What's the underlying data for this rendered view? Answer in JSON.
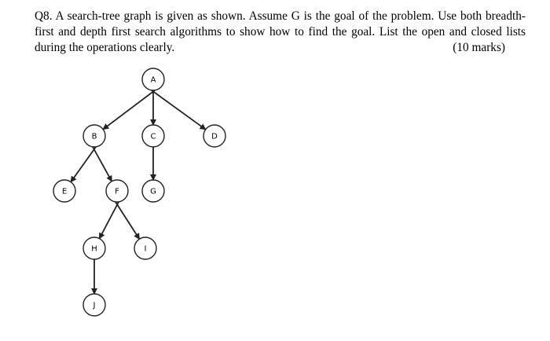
{
  "question": {
    "text": "Q8. A search-tree graph is given as shown. Assume G is the goal of the problem. Use both breadth-first and depth first search algorithms to show how to find the goal. List the open and closed lists during the operations clearly.",
    "marks": "(10 marks)"
  },
  "tree": {
    "nodes": [
      "A",
      "B",
      "C",
      "D",
      "E",
      "F",
      "G",
      "H",
      "I",
      "J"
    ],
    "edges": [
      [
        "A",
        "B"
      ],
      [
        "A",
        "C"
      ],
      [
        "A",
        "D"
      ],
      [
        "B",
        "E"
      ],
      [
        "B",
        "F"
      ],
      [
        "C",
        "G"
      ],
      [
        "F",
        "H"
      ],
      [
        "F",
        "I"
      ],
      [
        "H",
        "J"
      ]
    ],
    "goal": "G"
  }
}
